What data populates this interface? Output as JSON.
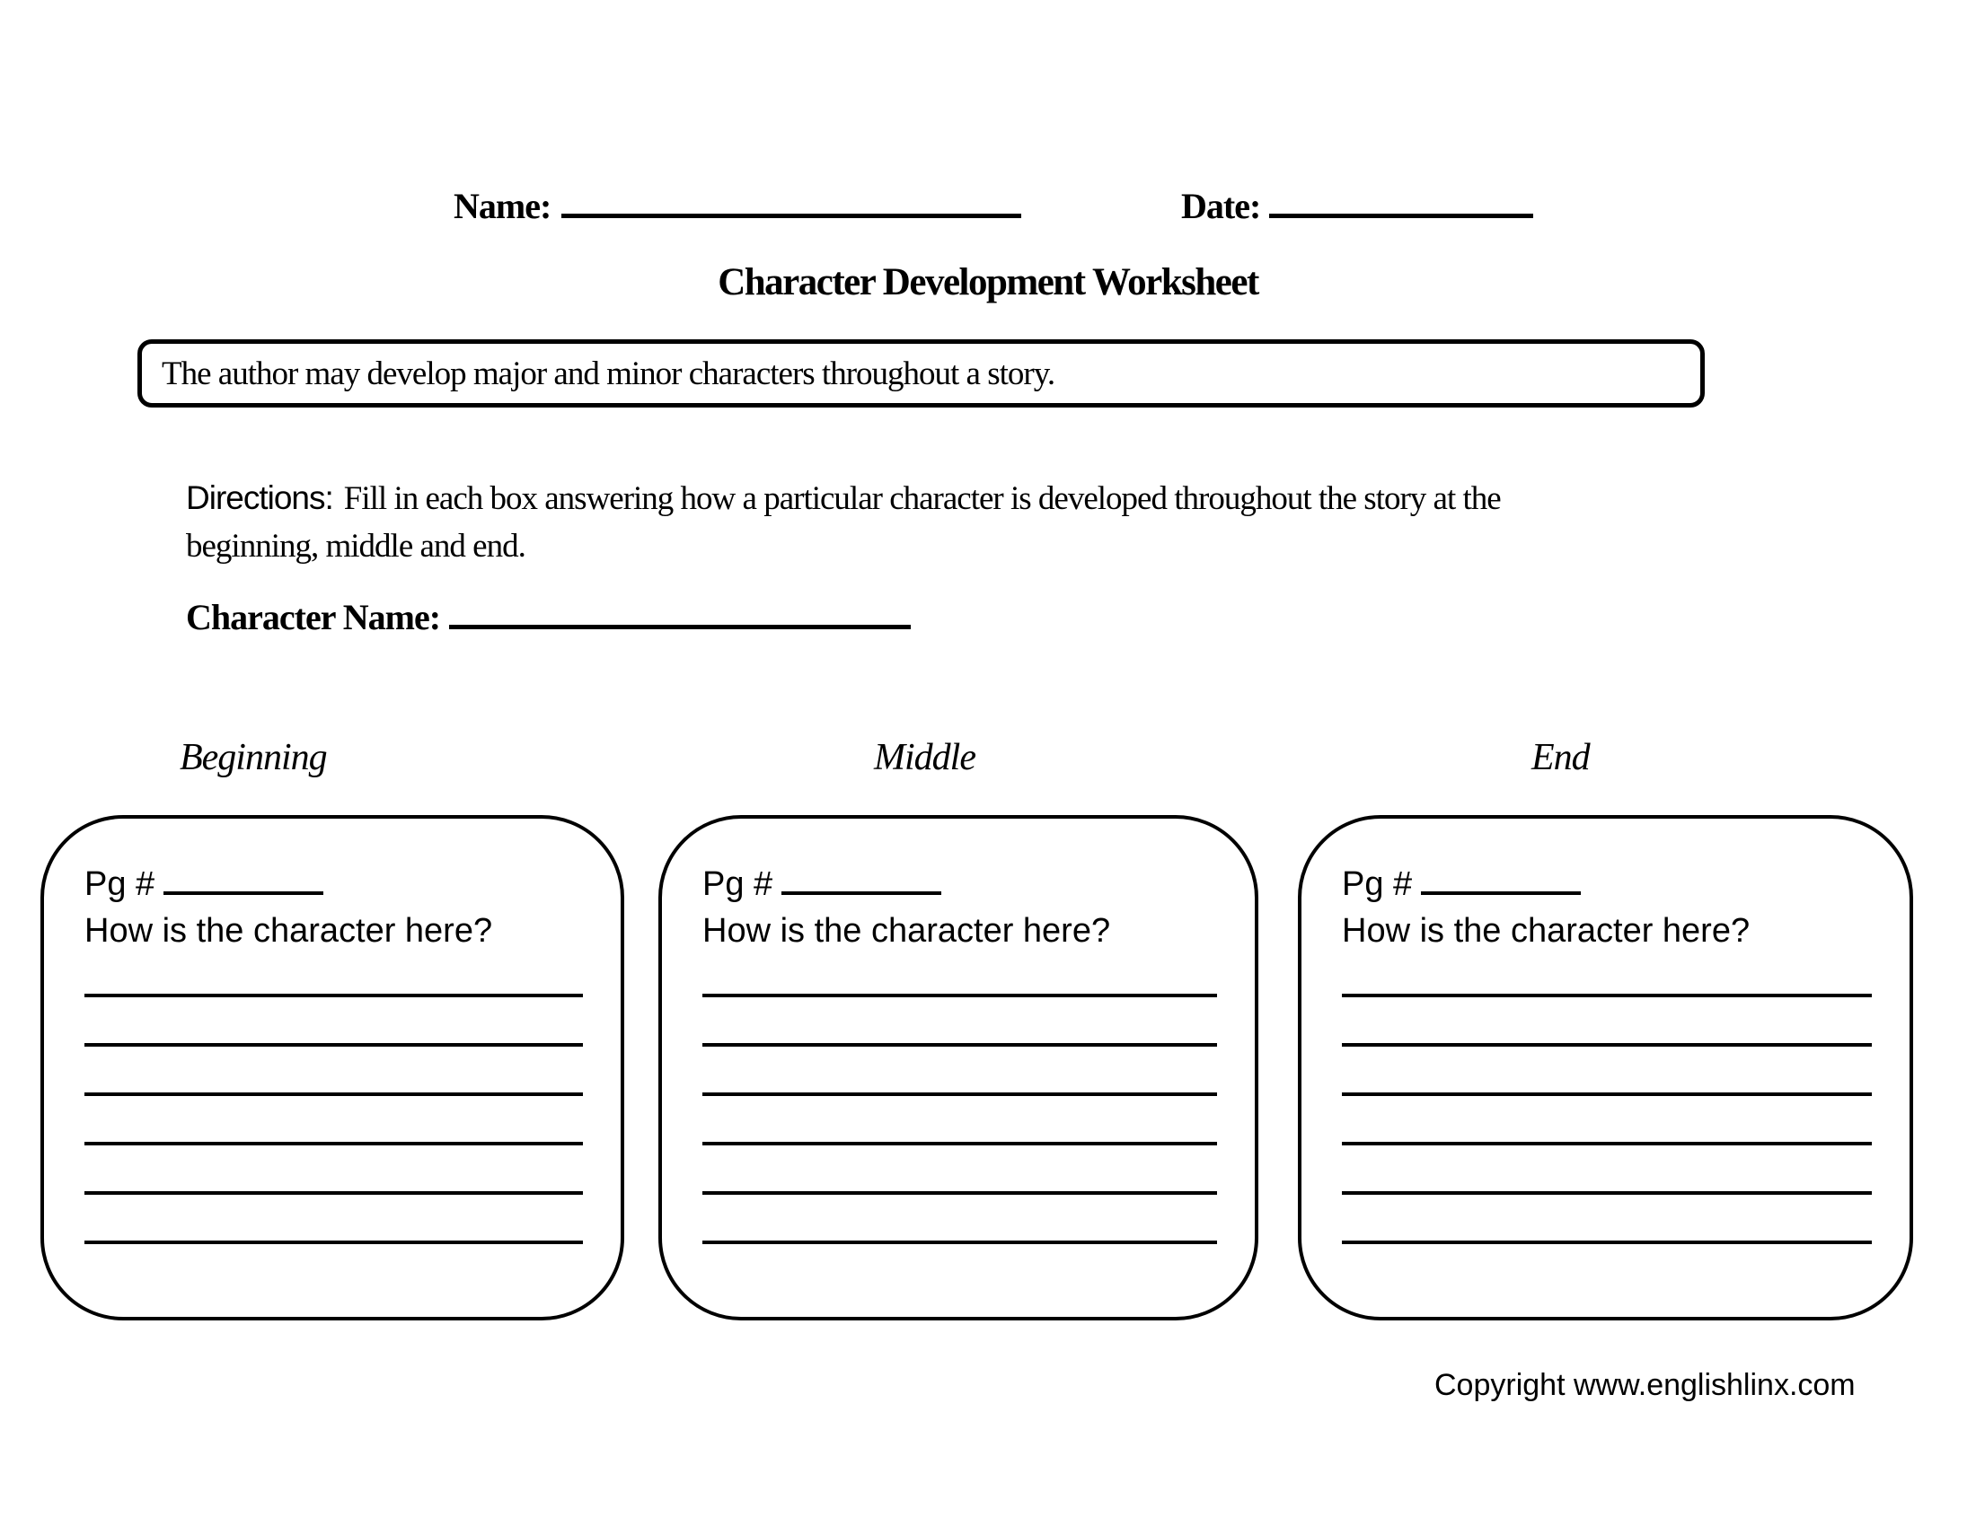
{
  "colors": {
    "ink": "#000000",
    "paper": "#ffffff"
  },
  "header": {
    "name_label": "Name:",
    "date_label": "Date:"
  },
  "title": "Character Development Worksheet",
  "statement": "The author may develop major and minor characters throughout a story.",
  "directions": {
    "label": "Directions:",
    "line1": "Fill in each box answering how a particular character is developed throughout the story at the",
    "line2": "beginning, middle and end."
  },
  "character_name_label": "Character Name:",
  "sections": [
    {
      "header": "Beginning",
      "pg_label": "Pg #",
      "question": "How is the character here?",
      "blank_lines": 6
    },
    {
      "header": "Middle",
      "pg_label": "Pg #",
      "question": "How is the character here?",
      "blank_lines": 6
    },
    {
      "header": "End",
      "pg_label": "Pg #",
      "question": "How is the character here?",
      "blank_lines": 6
    }
  ],
  "footer": {
    "copyright": "Copyright www.englishlinx.com"
  }
}
